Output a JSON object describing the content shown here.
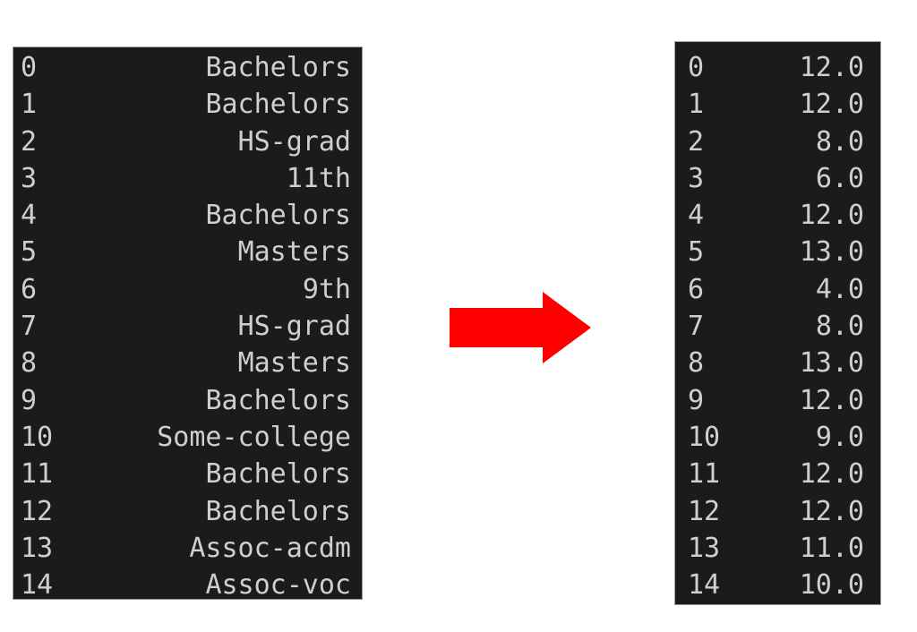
{
  "left_panel": {
    "description": "categorical education column",
    "rows": [
      {
        "index": "0",
        "value": "Bachelors"
      },
      {
        "index": "1",
        "value": "Bachelors"
      },
      {
        "index": "2",
        "value": "HS-grad"
      },
      {
        "index": "3",
        "value": "11th"
      },
      {
        "index": "4",
        "value": "Bachelors"
      },
      {
        "index": "5",
        "value": "Masters"
      },
      {
        "index": "6",
        "value": "9th"
      },
      {
        "index": "7",
        "value": "HS-grad"
      },
      {
        "index": "8",
        "value": "Masters"
      },
      {
        "index": "9",
        "value": "Bachelors"
      },
      {
        "index": "10",
        "value": "Some-college"
      },
      {
        "index": "11",
        "value": "Bachelors"
      },
      {
        "index": "12",
        "value": "Bachelors"
      },
      {
        "index": "13",
        "value": "Assoc-acdm"
      },
      {
        "index": "14",
        "value": "Assoc-voc"
      }
    ]
  },
  "arrow": {
    "icon": "right-arrow-icon",
    "color": "#ff0000"
  },
  "right_panel": {
    "description": "encoded numeric column",
    "rows": [
      {
        "index": "0",
        "value": "12.0"
      },
      {
        "index": "1",
        "value": "12.0"
      },
      {
        "index": "2",
        "value": "8.0"
      },
      {
        "index": "3",
        "value": "6.0"
      },
      {
        "index": "4",
        "value": "12.0"
      },
      {
        "index": "5",
        "value": "13.0"
      },
      {
        "index": "6",
        "value": "4.0"
      },
      {
        "index": "7",
        "value": "8.0"
      },
      {
        "index": "8",
        "value": "13.0"
      },
      {
        "index": "9",
        "value": "12.0"
      },
      {
        "index": "10",
        "value": "9.0"
      },
      {
        "index": "11",
        "value": "12.0"
      },
      {
        "index": "12",
        "value": "12.0"
      },
      {
        "index": "13",
        "value": "11.0"
      },
      {
        "index": "14",
        "value": "10.0"
      }
    ]
  },
  "colors": {
    "terminal_bg": "#1b1b1b",
    "terminal_text": "#cfcfcf",
    "arrow": "#ff0000"
  }
}
